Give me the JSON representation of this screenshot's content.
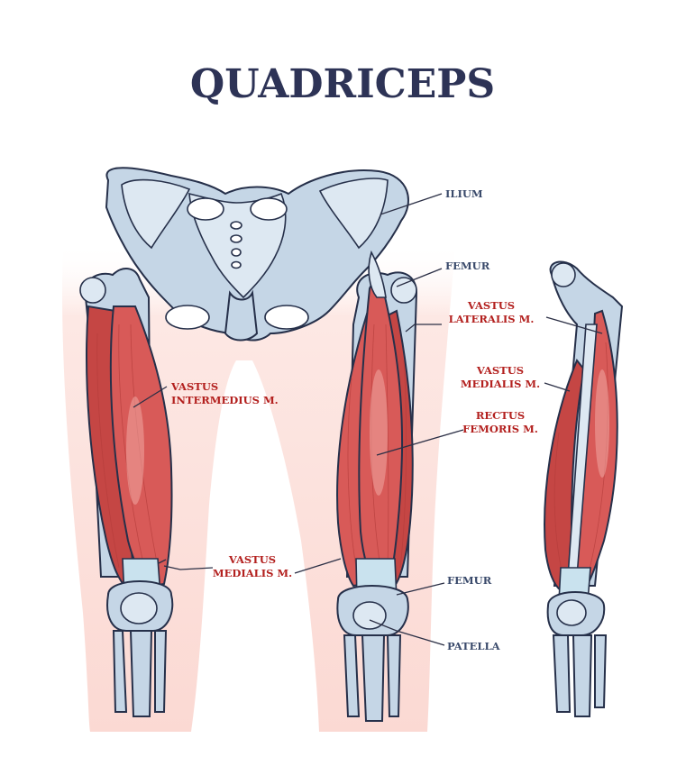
{
  "title": "QUADRICEPS",
  "labels": {
    "ilium": "ILIUM",
    "femur_top": "FEMUR",
    "vastus_lateralis_1": "VASTUS",
    "vastus_lateralis_2": "LATERALIS M.",
    "vastus_medialis_side_1": "VASTUS",
    "vastus_medialis_side_2": "MEDIALIS M.",
    "rectus_femoris_1": "RECTUS",
    "rectus_femoris_2": "FEMORIS M.",
    "femur_bottom": "FEMUR",
    "patella": "PATELLA",
    "vastus_intermedius_1": "VASTUS",
    "vastus_intermedius_2": "INTERMEDIUS M.",
    "vastus_medialis_front_1": "VASTUS",
    "vastus_medialis_front_2": "MEDIALIS M."
  },
  "colors": {
    "title": "#2d3356",
    "label_dark": "#3a4a6b",
    "label_red": "#b3201e",
    "bone": "#c5d6e6",
    "muscle": "#d85a58",
    "skin": "#fde8e4"
  }
}
